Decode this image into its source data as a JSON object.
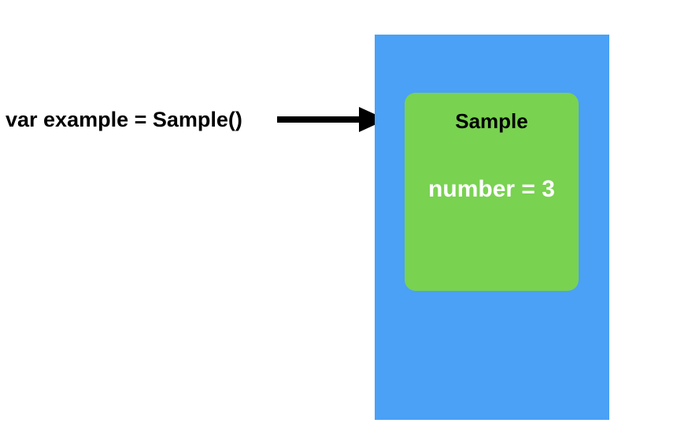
{
  "diagram": {
    "code_label": "var example = Sample()",
    "instance": {
      "class_name": "Sample",
      "property": "number = 3"
    },
    "colors": {
      "background": "#ffffff",
      "memory_block_blue": "#4AA1F5",
      "instance_card_green": "#79D250",
      "arrow_black": "#000000",
      "class_name_text": "#000000",
      "property_text": "#ffffff",
      "code_text": "#000000"
    }
  }
}
